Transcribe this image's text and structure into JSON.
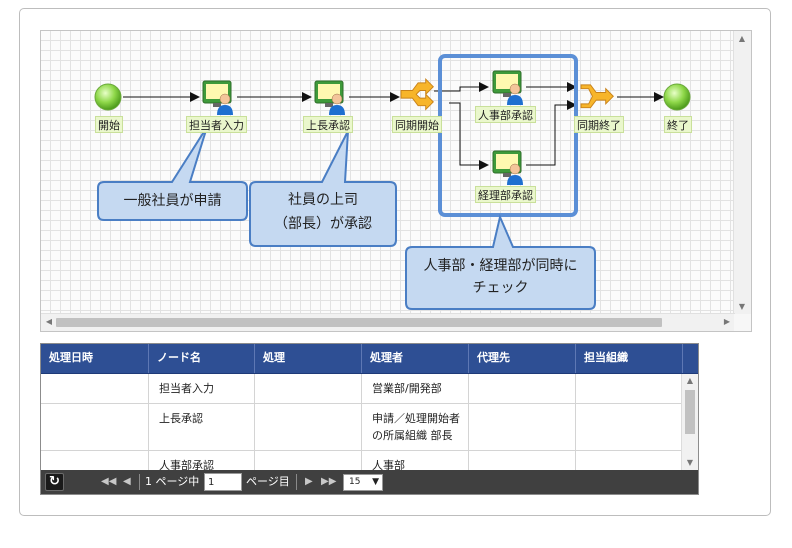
{
  "workflow": {
    "nodes": {
      "start": "開始",
      "tanto": "担当者入力",
      "joucho": "上長承認",
      "sync_start": "同期開始",
      "jinji": "人事部承認",
      "keiri": "経理部承認",
      "sync_end": "同期終了",
      "end": "終了"
    },
    "callouts": {
      "general": "一般社員が申請",
      "boss_line1": "社員の上司",
      "boss_line2": "（部長）が承認",
      "dept_line1": "人事部・経理部が同時に",
      "dept_line2": "チェック"
    },
    "colors": {
      "callout_fill": "#c5d9f1",
      "callout_border": "#4a7ec4",
      "highlight": "#5b8fd6",
      "node_label_bg": "#eaf7cc"
    }
  },
  "history_table": {
    "columns": [
      "処理日時",
      "ノード名",
      "処理",
      "処理者",
      "代理先",
      "担当組織"
    ],
    "rows": [
      {
        "datetime": "",
        "node": "担当者入力",
        "action": "",
        "processor": [
          "営業部/開発部"
        ],
        "proxy": "",
        "org": ""
      },
      {
        "datetime": "",
        "node": "上長承認",
        "action": "",
        "processor": [
          "申請／処理開始者",
          "の所属組織 部長"
        ],
        "proxy": "",
        "org": ""
      },
      {
        "datetime": "",
        "node": "人事部承認",
        "action": "",
        "processor": [
          "人事部"
        ],
        "proxy": "",
        "org": ""
      }
    ]
  },
  "pager": {
    "refresh_icon": "refresh-icon",
    "of_text": "1 ページ中",
    "page_value": "1",
    "page_suffix": "ページ目",
    "per_page": "15",
    "header_color": "#2e4f94",
    "bar_color": "#404040"
  }
}
